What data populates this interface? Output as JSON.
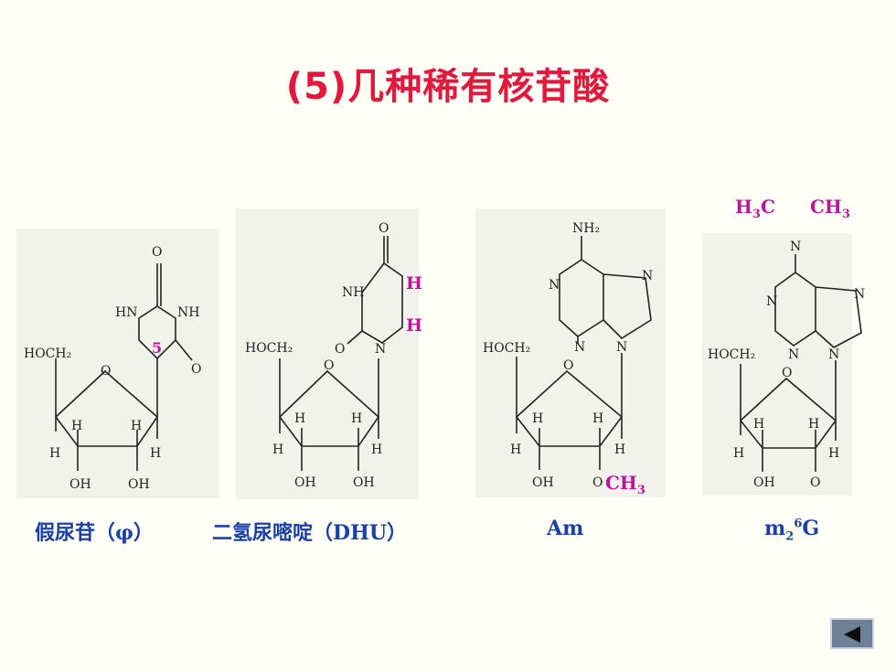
{
  "title": "(5)几种稀有核苷酸",
  "labels": {
    "pseudouridine": "假尿苷（φ）",
    "dhu": "二氢尿嘧啶（DHU）",
    "am": "Am",
    "m26g_main": "m",
    "m26g_sub": "2",
    "m26g_sup": "6",
    "m26g_tail": "G"
  },
  "annotations": {
    "position_5": "5",
    "dhu_h1": "H",
    "dhu_h2": "H",
    "am_methoxy": "CH3",
    "h3c": "H3C",
    "ch3": "CH3"
  },
  "atoms": {
    "O": "O",
    "HN": "HN",
    "NH": "NH",
    "HOCH2": "HOCH₂",
    "H": "H",
    "OH": "OH",
    "N": "N",
    "NH2": "NH₂"
  },
  "nav": {
    "back_icon": "triangle-left-icon"
  }
}
